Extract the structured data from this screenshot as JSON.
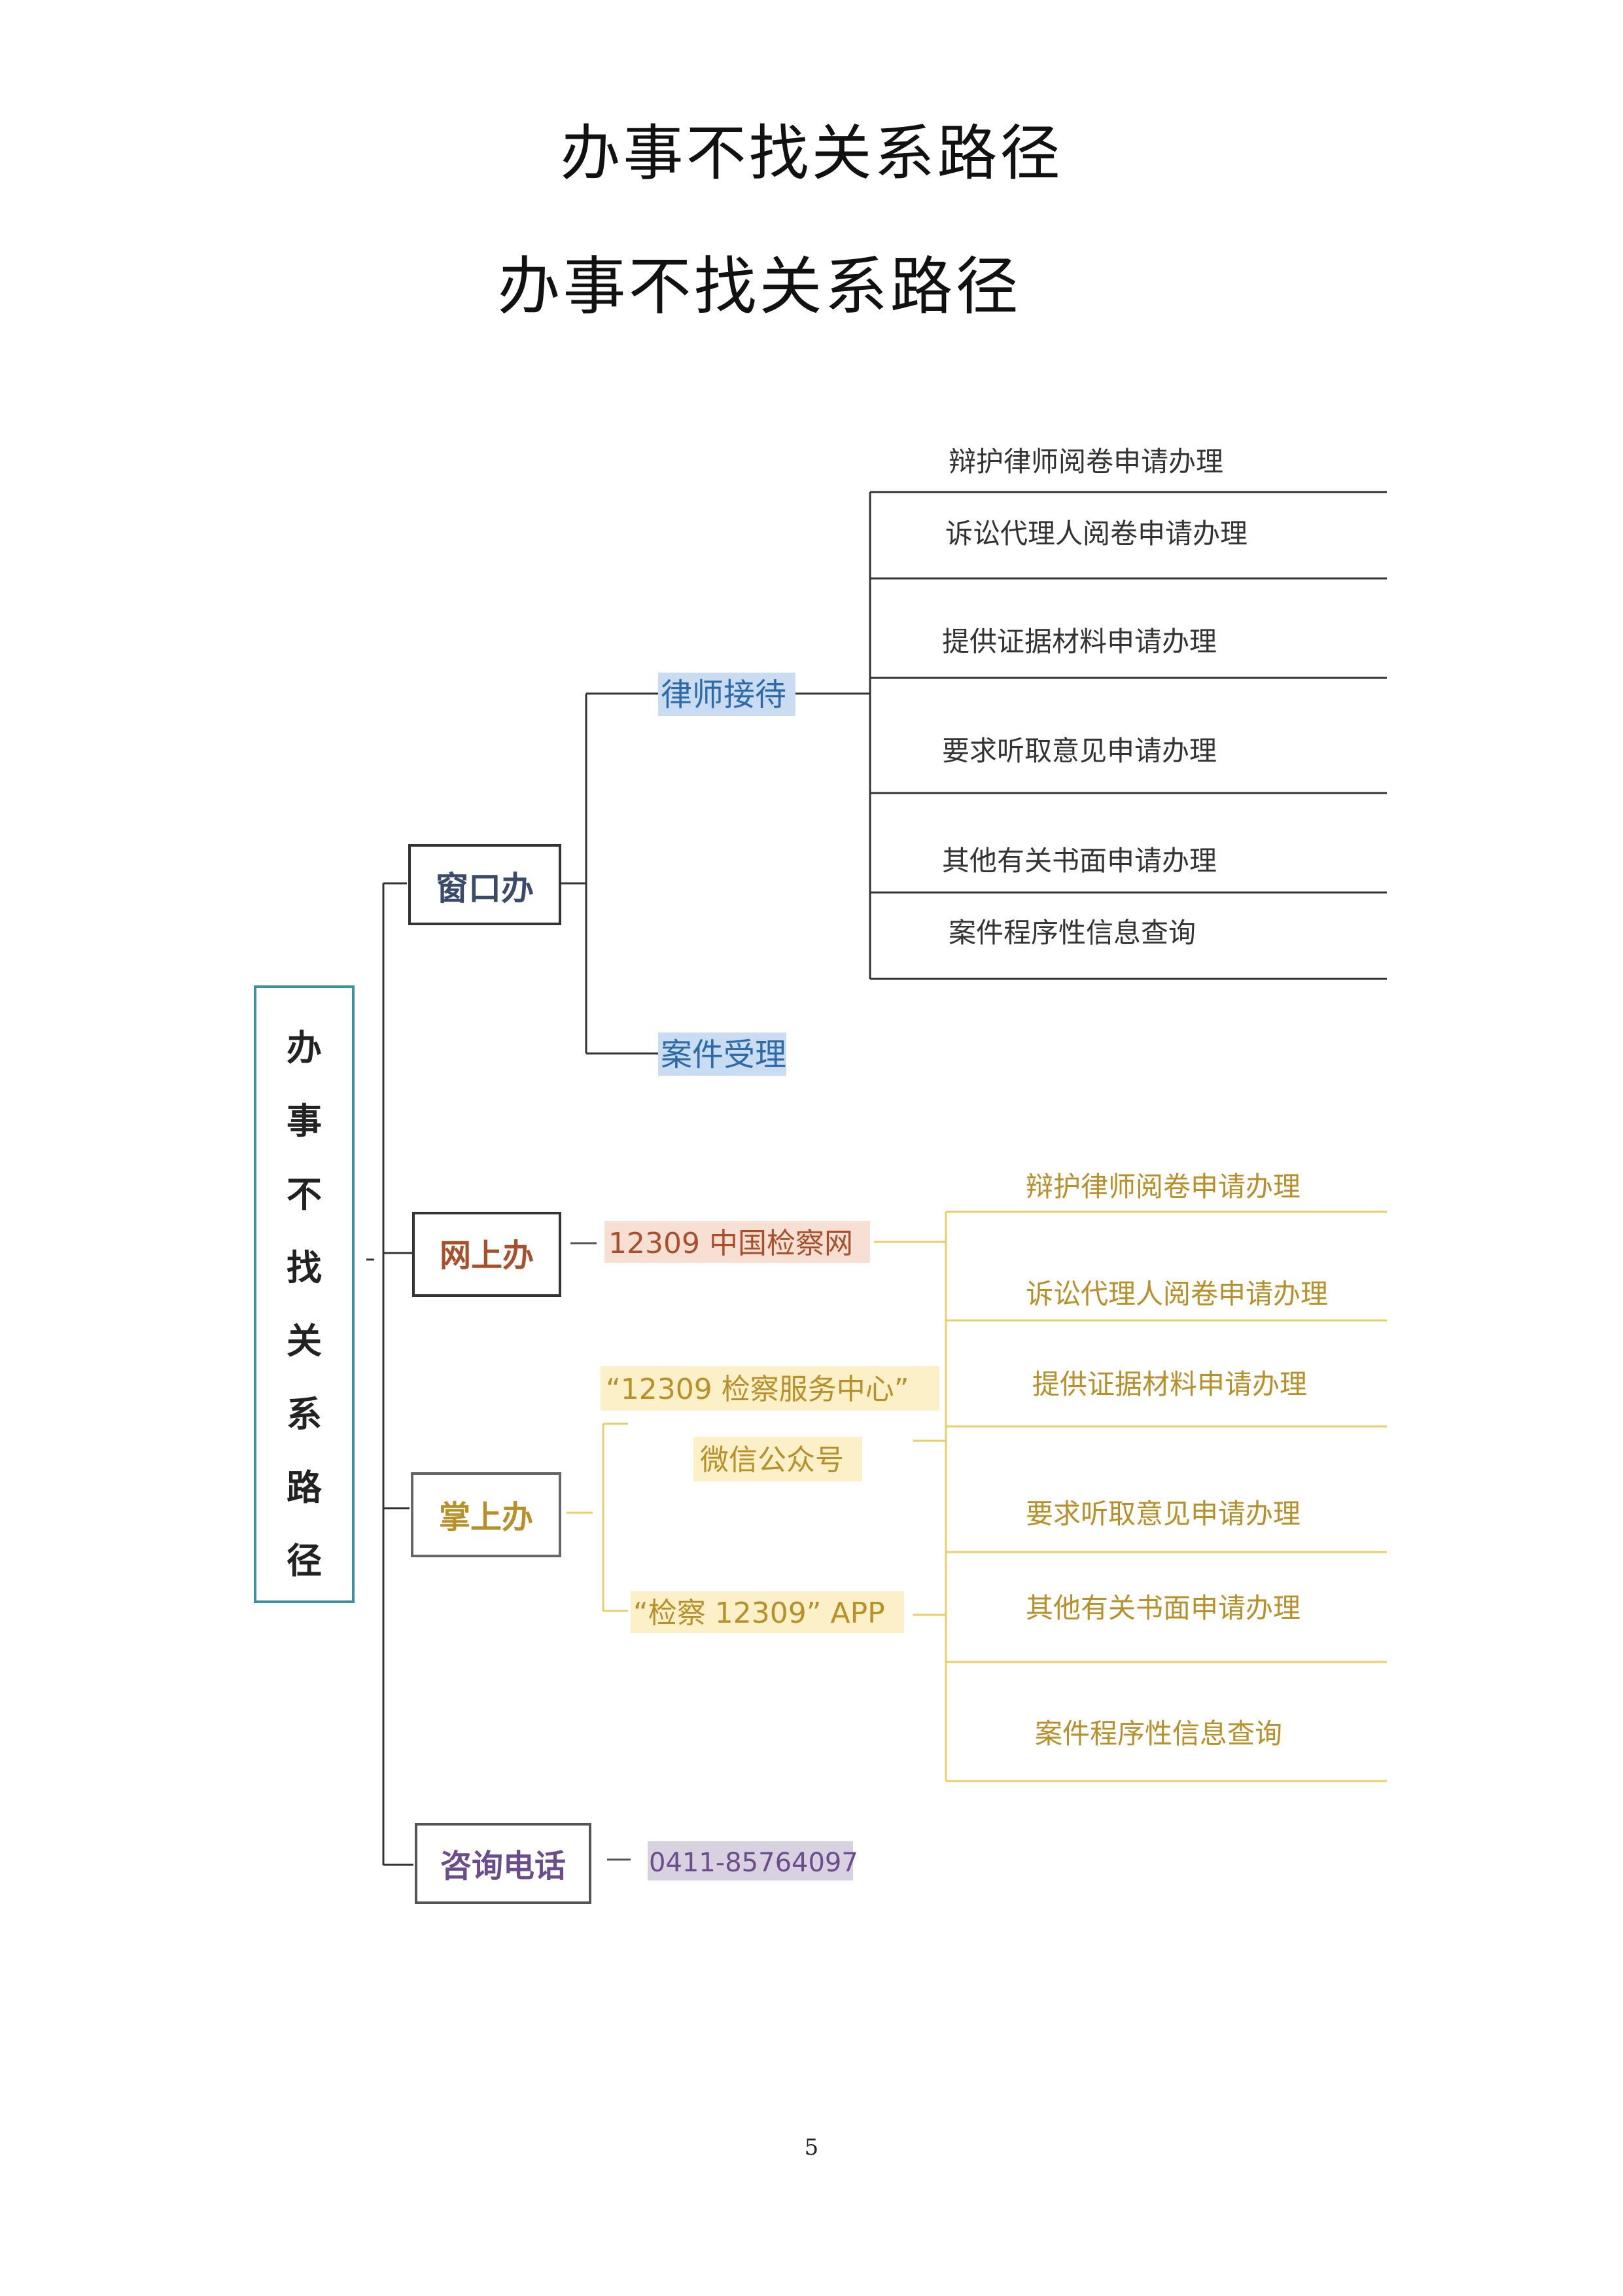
{
  "titles": {
    "top": "办事不找关系路径",
    "sub": "办事不找关系路径"
  },
  "root": "办事不找关系路径",
  "branches": {
    "window": {
      "label": "窗口办",
      "lawyer": "律师接待",
      "case": "案件受理",
      "items": [
        "辩护律师阅卷申请办理",
        "诉讼代理人阅卷申请办理",
        "提供证据材料申请办理",
        "要求听取意见申请办理",
        "其他有关书面申请办理",
        "案件程序性信息查询"
      ]
    },
    "online": {
      "label": "网上办",
      "site": "12309 中国检察网"
    },
    "mobile": {
      "label": "掌上办",
      "wechat_line1": "“12309 检察服务中心”",
      "wechat_line2": "微信公众号",
      "app": "“检察 12309” APP",
      "items": [
        "辩护律师阅卷申请办理",
        "诉讼代理人阅卷申请办理",
        "提供证据材料申请办理",
        "要求听取意见申请办理",
        "其他有关书面申请办理",
        "案件程序性信息查询"
      ]
    },
    "phone": {
      "label": "咨询电话",
      "number": "0411-85764097"
    }
  },
  "colors": {
    "root_border": "#3e8fa0",
    "dark_line": "#333333",
    "blue_highlight": "#c9dcf2",
    "blue_text": "#2e6aa8",
    "orange_highlight": "#f7e0d3",
    "orange_text": "#a8502c",
    "yellow_line": "#e8cf6a",
    "yellow_text": "#b8902a",
    "yellow_highlight": "#fbf0c8",
    "purple_highlight": "#d8d2e0",
    "purple_text": "#6a4d8a"
  },
  "page_number": "5"
}
